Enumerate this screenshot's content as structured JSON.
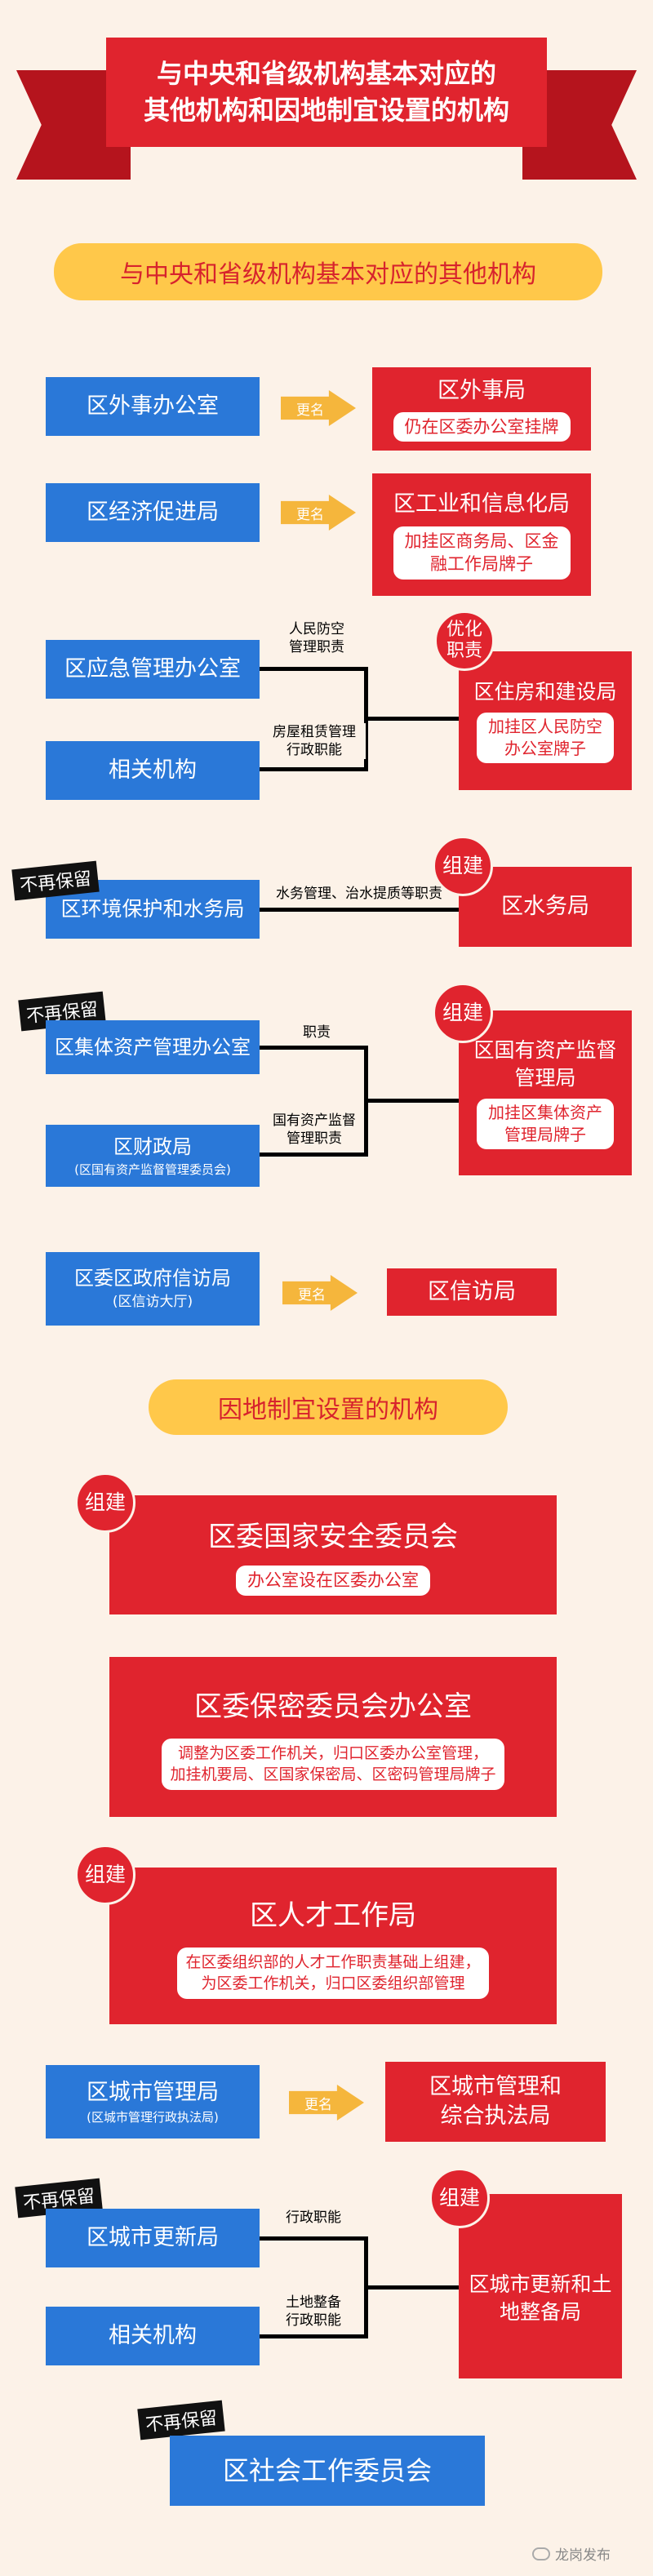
{
  "header": {
    "line1": "与中央和省级机构基本对应的",
    "line2": "其他机构和因地制宜设置的机构"
  },
  "section1": {
    "title": "与中央和省级机构基本对应的其他机构"
  },
  "row1": {
    "from": "区外事办公室",
    "arrow": "更名",
    "to": "区外事局",
    "note": "仍在区委办公室挂牌"
  },
  "row2": {
    "from": "区经济促进局",
    "arrow": "更名",
    "to": "区工业和信息化局",
    "note1": "加挂区商务局、区金",
    "note2": "融工作局牌子"
  },
  "row3": {
    "from1": "区应急管理办公室",
    "from2": "相关机构",
    "label1a": "人民防空",
    "label1b": "管理职责",
    "label2a": "房屋租赁管理",
    "label2b": "行政职能",
    "badge1": "优化",
    "badge2": "职责",
    "to": "区住房和建设局",
    "note1": "加挂区人民防空",
    "note2": "办公室牌子"
  },
  "row4": {
    "tag": "不再保留",
    "from": "区环境保护和水务局",
    "label": "水务管理、治水提质等职责",
    "badge": "组建",
    "to": "区水务局"
  },
  "row5": {
    "tag": "不再保留",
    "from1": "区集体资产管理办公室",
    "from2": "区财政局",
    "from2sub": "(区国有资产监督管理委员会)",
    "label1": "职责",
    "label2a": "国有资产监督",
    "label2b": "管理职责",
    "badge": "组建",
    "to1": "区国有资产监督",
    "to2": "管理局",
    "note1": "加挂区集体资产",
    "note2": "管理局牌子"
  },
  "row6": {
    "from": "区委区政府信访局",
    "fromsub": "(区信访大厅)",
    "arrow": "更名",
    "to": "区信访局"
  },
  "section2": {
    "title": "因地制宜设置的机构"
  },
  "box1": {
    "badge": "组建",
    "title": "区委国家安全委员会",
    "note": "办公室设在区委办公室"
  },
  "box2": {
    "title": "区委保密委员会办公室",
    "note1": "调整为区委工作机关，归口区委办公室管理，",
    "note2": "加挂机要局、区国家保密局、区密码管理局牌子"
  },
  "box3": {
    "badge": "组建",
    "title": "区人才工作局",
    "note1": "在区委组织部的人才工作职责基础上组建，",
    "note2": "为区委工作机关，归口区委组织部管理"
  },
  "row7": {
    "from": "区城市管理局",
    "fromsub": "(区城市管理行政执法局)",
    "arrow": "更名",
    "to1": "区城市管理和",
    "to2": "综合执法局"
  },
  "row8": {
    "tag": "不再保留",
    "from1": "区城市更新局",
    "from2": "相关机构",
    "label1": "行政职能",
    "label2a": "土地整备",
    "label2b": "行政职能",
    "badge": "组建",
    "to1": "区城市更新和土",
    "to2": "地整备局"
  },
  "last": {
    "tag": "不再保留",
    "title": "区社会工作委员会"
  },
  "watermark": "龙岗发布",
  "colors": {
    "background": "#fcf2e8",
    "blue": "#2a78d8",
    "red": "#e0242e",
    "gold": "#ffc84a",
    "arrow": "#f5b63c"
  }
}
